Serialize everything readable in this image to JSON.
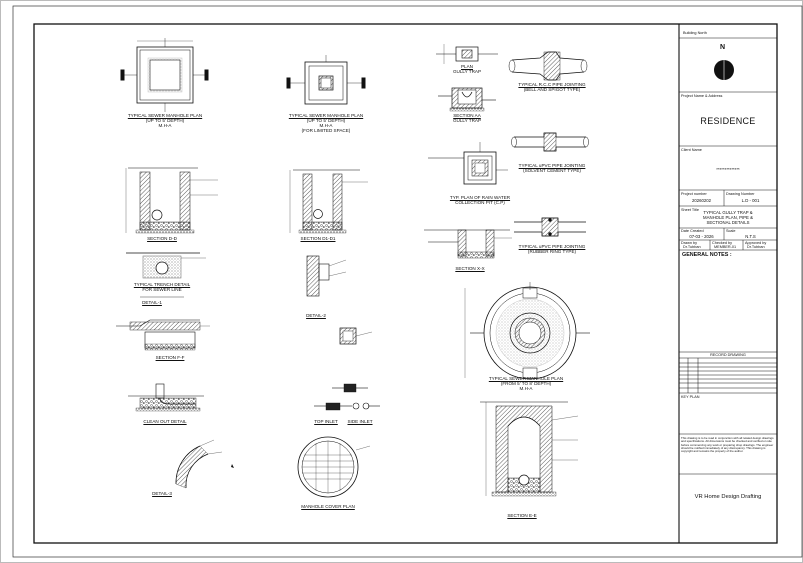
{
  "drawings": [
    {
      "id": "plan-upto5",
      "title": "TYPICAL SEWER MANHOLE PLAN",
      "sub": [
        "(UP TO 5' DEPTH)",
        "M.H-A"
      ]
    },
    {
      "id": "plan-limited",
      "title": "TYPICAL SEWER MANHOLE PLAN",
      "sub": [
        "(UP TO 5' DEPTH)",
        "M.H-A",
        "(FOR LIMITED SPACE)"
      ]
    },
    {
      "id": "gully",
      "title": "PLAN",
      "sub": [
        "GULLY TRAP"
      ]
    },
    {
      "id": "gully-sec",
      "title": "SECTION AA",
      "sub": [
        "GULLY TRAP"
      ]
    },
    {
      "id": "rcc-joint",
      "title": "TYPICAL R.C.C PIPE JOINTING",
      "sub": [
        "(BELL AND SPIGOT TYPE)"
      ]
    },
    {
      "id": "sec-dd",
      "title": "SECTION D-D",
      "sub": []
    },
    {
      "id": "sec-d1",
      "title": "SECTION D1-D1",
      "sub": []
    },
    {
      "id": "upvc-solvent",
      "title": "TYPICAL uPVC PIPE JOINTING",
      "sub": [
        "(SOLVENT CEMENT TYPE)"
      ]
    },
    {
      "id": "rain-plan",
      "title": "TYP. PLAN OF RAIN WATER",
      "sub": [
        "COLLECTION PIT (C.P)"
      ]
    },
    {
      "id": "sec-xx",
      "title": "SECTION X-X",
      "sub": []
    },
    {
      "id": "upvc-rubber",
      "title": "TYPICAL uPVC PIPE JOINTING",
      "sub": [
        "(RUBBER RING TYPE)"
      ]
    },
    {
      "id": "trench",
      "title": "TYPICAL TRENCH DETAIL",
      "sub": [
        "FOR SEWER LINE"
      ]
    },
    {
      "id": "detail-1",
      "title": "DETAIL-1",
      "sub": []
    },
    {
      "id": "detail-2",
      "title": "DETAIL-2",
      "sub": []
    },
    {
      "id": "sec-ff",
      "title": "SECTION F-F",
      "sub": []
    },
    {
      "id": "plan-upto8",
      "title": "TYPICAL SEWER MANHOLE PLAN",
      "sub": [
        "(FROM 5' TO 8' DEPTH)",
        "M.H-A"
      ]
    },
    {
      "id": "clean-out",
      "title": "CLEAN OUT DETAIL",
      "sub": []
    },
    {
      "id": "top-inlet",
      "title": "TOP INLET",
      "sub": []
    },
    {
      "id": "side-inlet",
      "title": "SIDE INLET",
      "sub": []
    },
    {
      "id": "detail-3",
      "title": "DETAIL-3",
      "sub": []
    },
    {
      "id": "cover-plan",
      "title": "MANHOLE COVER PLAN",
      "sub": []
    },
    {
      "id": "sec-ee",
      "title": "SECTION E-E",
      "sub": []
    }
  ],
  "title_block": {
    "building_north_label": "Building North",
    "north_letter": "N",
    "project_label": "Project Name & Address",
    "project_name": "RESIDENCE",
    "client_label": "Client Name",
    "client_name": "**************",
    "project_number_label": "Project number",
    "project_number": "20260202",
    "drawing_number_label": "Drawing Number",
    "drawing_number": "L.D - 001",
    "sheet_title_label": "Sheet Title",
    "sheet_title": [
      "TYPICAL GULLY TRAP &",
      "MANHOLE PLAN, PIPE &",
      "SECTIONAL DETAILS"
    ],
    "date_label": "Date Created",
    "date": "07-03 - 2026",
    "scale_label": "Scale",
    "scale": "N.T.S",
    "drawn_label": "Drawn by",
    "drawn": "Dr.Tubban",
    "checked_label": "Checked by",
    "checked": "MEMBER-01",
    "approved_label": "Approved by",
    "approved": "Dr.Tubban",
    "general_notes": "GENERAL NOTES :",
    "record_drawing": "RECORD DRAWING",
    "key_plan": "KEY PLAN",
    "disclaimer": "This drawing is to be read in conjunction with all related design drawings and specifications. All dimensions must be checked and verified on site before commencing any work or preparing shop drawings. The engineer should be notified immediately of any discrepancy. This drawing is copyright and remains the property of the author.",
    "firm": "VR Home Design Drafting"
  }
}
